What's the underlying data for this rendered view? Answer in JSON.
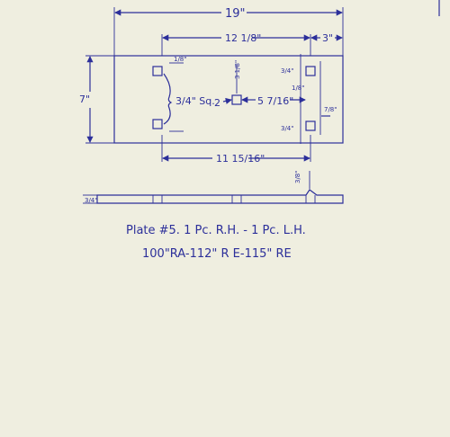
{
  "drawing": {
    "overall_length": "19\"",
    "hole_span": "12 1/8\"",
    "end_offset": "3\"",
    "plate_width": "7\"",
    "hole_size_label": "3/4\" Sq.",
    "center_hole_offset": "5 7/16\"",
    "row_spacing_small": "3/4\"",
    "side_offset": "7/8\"",
    "lower_span": "11 15/16\"",
    "center_height": "3 1/8\"",
    "edge_dim_1": "1/8\"",
    "step_height": "3/8\"",
    "thickness": "3/4\"",
    "callout_number": "2"
  },
  "caption": {
    "line1": "Plate #5.  1 Pc. R.H. - 1 Pc. L.H.",
    "line2": "100\"RA-112\" R E-115\" RE"
  },
  "colors": {
    "paper": "#efeee0",
    "ink": "#2c2f9a"
  }
}
